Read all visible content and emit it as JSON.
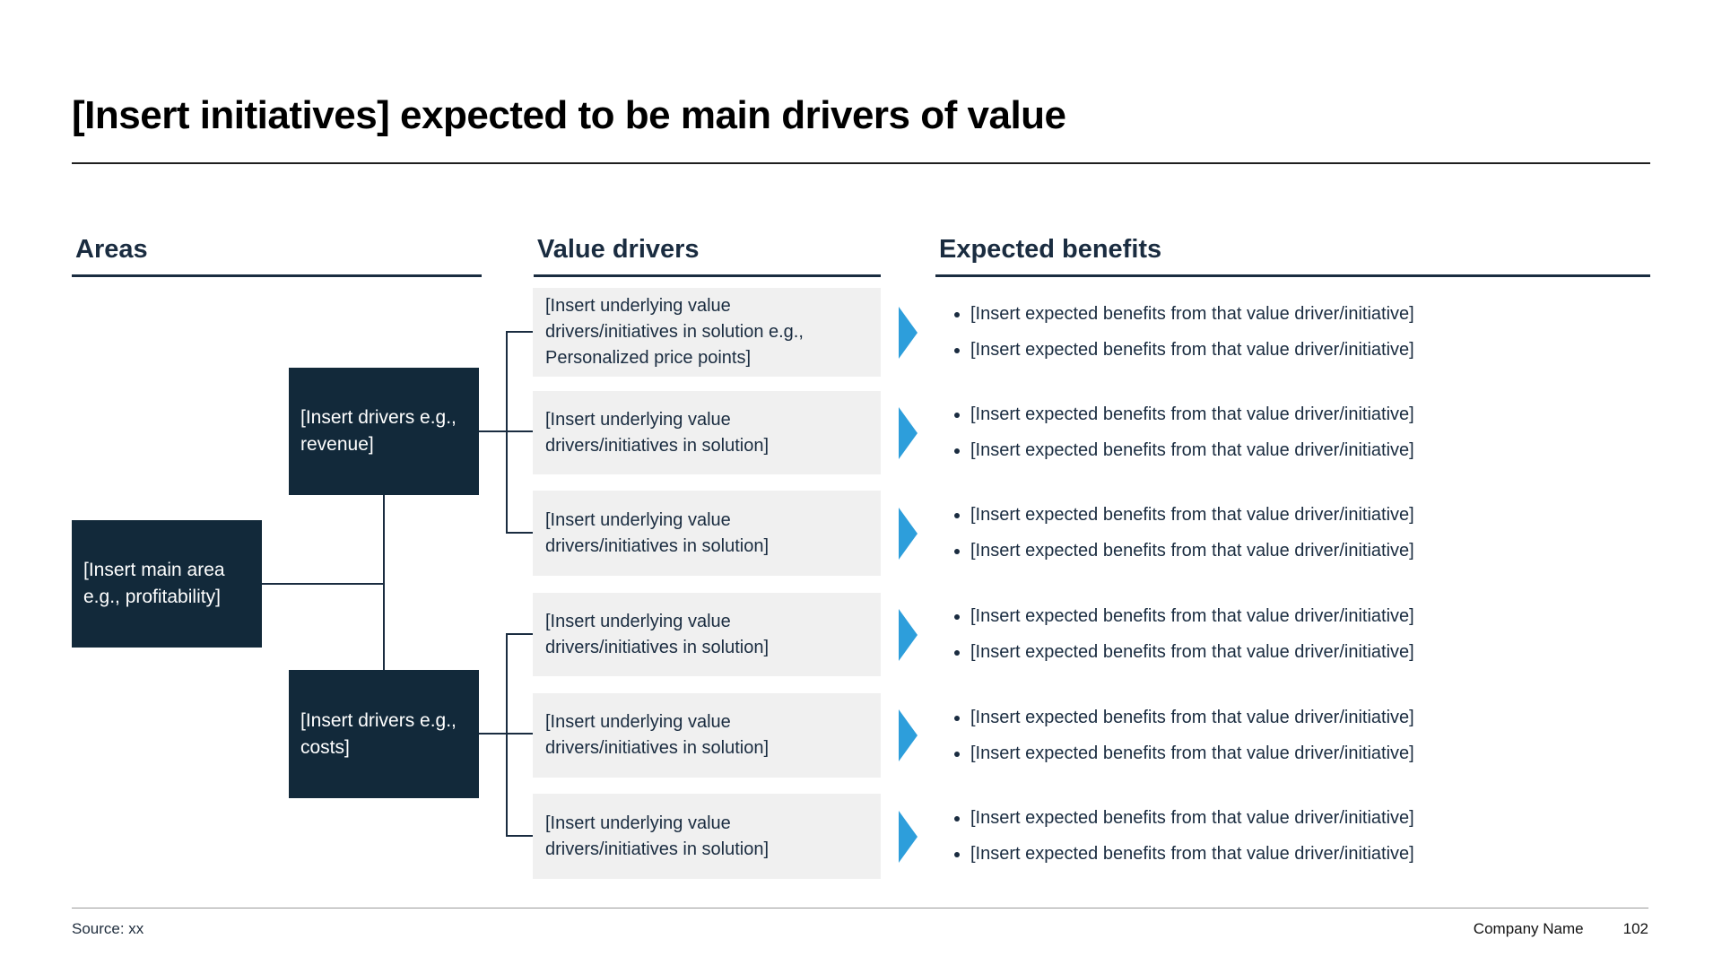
{
  "title": "[Insert initiatives] expected to be main drivers of value",
  "columns": {
    "areas": "Areas",
    "value_drivers": "Value drivers",
    "expected_benefits": "Expected benefits"
  },
  "areas": {
    "main_box": "[Insert main area e.g., profitability]",
    "driver_boxes": [
      "[Insert drivers e.g., revenue]",
      "[Insert drivers e.g., costs]"
    ]
  },
  "rows": [
    {
      "value_driver": "[Insert underlying value drivers/initiatives in solution e.g., Personalized price points]",
      "benefits": [
        "[Insert expected benefits from that value driver/initiative]",
        "[Insert expected benefits from that value driver/initiative]"
      ]
    },
    {
      "value_driver": "[Insert underlying value drivers/initiatives in solution]",
      "benefits": [
        "[Insert expected benefits from that value driver/initiative]",
        "[Insert expected benefits from that value driver/initiative]"
      ]
    },
    {
      "value_driver": "[Insert underlying value drivers/initiatives in solution]",
      "benefits": [
        "[Insert expected benefits from that value driver/initiative]",
        "[Insert expected benefits from that value driver/initiative]"
      ]
    },
    {
      "value_driver": "[Insert underlying value drivers/initiatives in solution]",
      "benefits": [
        "[Insert expected benefits from that value driver/initiative]",
        "[Insert expected benefits from that value driver/initiative]"
      ]
    },
    {
      "value_driver": "[Insert underlying value drivers/initiatives in solution]",
      "benefits": [
        "[Insert expected benefits from that value driver/initiative]",
        "[Insert expected benefits from that value driver/initiative]"
      ]
    },
    {
      "value_driver": "[Insert underlying value drivers/initiatives in solution]",
      "benefits": [
        "[Insert expected benefits from that value driver/initiative]",
        "[Insert expected benefits from that value driver/initiative]"
      ]
    }
  ],
  "footer": {
    "source": "Source: xx",
    "company": "Company Name",
    "page": "102"
  },
  "colors": {
    "navy_box": "#12293a",
    "navy_text": "#1a2c40",
    "arrow_blue": "#2d9edb",
    "gray_box": "#f0f0f0",
    "title_rule": "#1f1f1f",
    "footer_rule": "#9a9a9a"
  }
}
